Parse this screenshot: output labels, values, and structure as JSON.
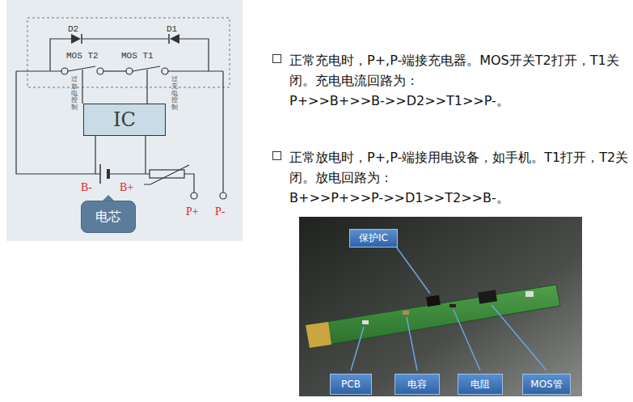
{
  "diagram": {
    "nodes": [
      {
        "text": [
          "IC"
        ]
      },
      {
        "text": [
          "电芯"
        ]
      },
      {
        "text": [
          "保护IC"
        ]
      },
      {
        "text": [
          "PCB"
        ]
      },
      {
        "text": [
          "电容"
        ]
      },
      {
        "text": [
          "电阻"
        ]
      },
      {
        "text": [
          "MOS管"
        ]
      }
    ],
    "labels": [
      "D2",
      "D1",
      "MOS T2",
      "MOS T1",
      "过放电控制",
      "过充电控制",
      "B-",
      "B+",
      "P+",
      "P-",
      "正常充电时，P+,P-端接充电器。MOS开关T2打开，T1关闭。充电电流回路为：",
      "P+>>B+>>B->>D2>>T1>>P-。",
      "正常放电时，P+,P-端接用电设备，如手机。T1打开，T2关闭。放电回路为：",
      "B+>>P+>>P->>D1>>T2>>B-。"
    ]
  }
}
